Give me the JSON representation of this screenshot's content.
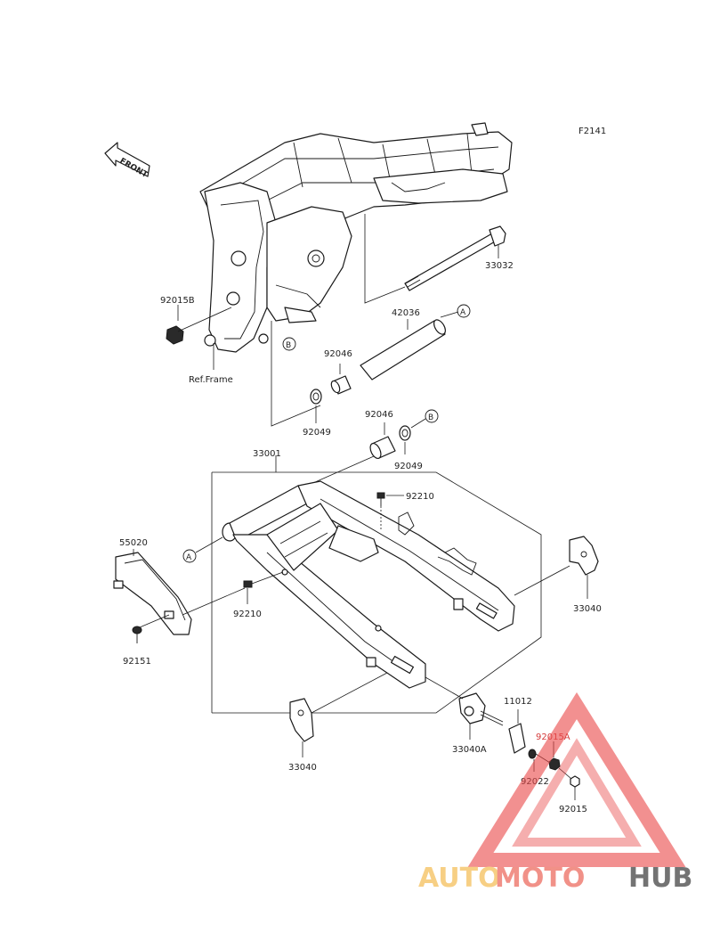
{
  "figure_code": "F2141",
  "front_label": "FRONT",
  "ref_frame_label": "Ref.Frame",
  "callouts": {
    "a": "A",
    "b": "B"
  },
  "parts": {
    "p33032": "33032",
    "p92015b": "92015B",
    "p42036": "42036",
    "p92046_upper": "92046",
    "p92049_upper": "92049",
    "p92046_lower": "92046",
    "p92049_lower": "92049",
    "p33001": "33001",
    "p92210_top": "92210",
    "p55020": "55020",
    "p92210_mid": "92210",
    "p92151": "92151",
    "p33040_right": "33040",
    "p33040_bottom": "33040",
    "p33040a": "33040A",
    "p11012": "11012",
    "p92015a": "92015A",
    "p92022": "92022",
    "p92015": "92015"
  },
  "watermark": {
    "part1": "AUTO",
    "part2": "MOTO",
    "part3": "HUB",
    "colors": {
      "auto": "#f6c56a",
      "moto": "#ee7a6e",
      "hub": "#555555",
      "triangle": "#e94b4b"
    }
  }
}
